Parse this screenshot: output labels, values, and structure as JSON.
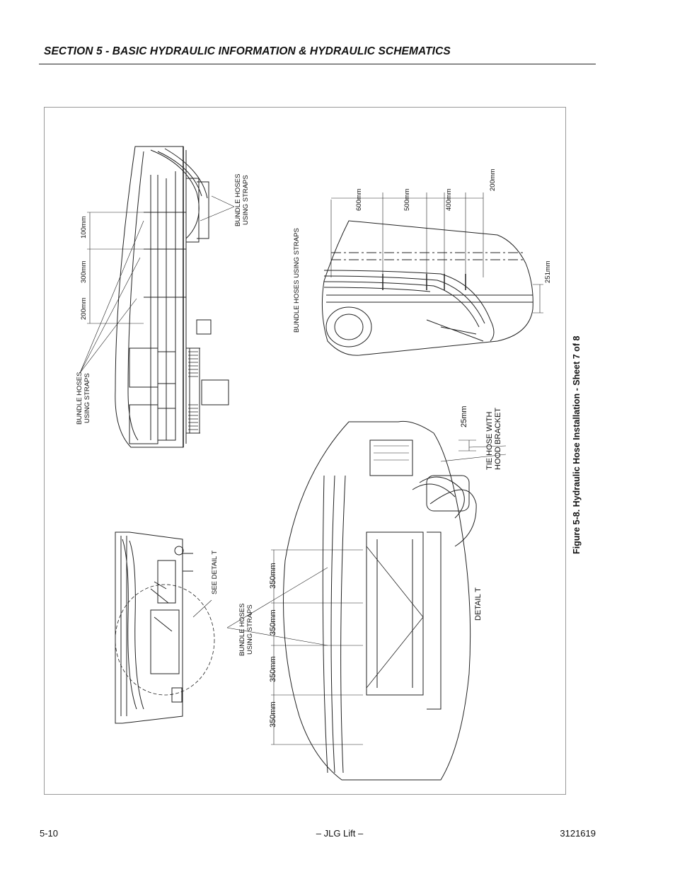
{
  "header": {
    "section_title": "SECTION 5 - BASIC HYDRAULIC INFORMATION & HYDRAULIC SCHEMATICS"
  },
  "figure": {
    "caption": "Figure 5-8.  Hydraulic Hose Installation - Sheet 7 of 8",
    "top_left_view": {
      "callout": [
        "BUNDLE HOSES",
        "USING STRAPS"
      ],
      "callout_right": [
        "BUNDLE HOSES",
        "USING STRAPS"
      ],
      "dims": [
        "200mm",
        "300mm",
        "100mm"
      ]
    },
    "top_right_view": {
      "callout": "BUNDLE HOSES USING STRAPS",
      "dims": [
        "600mm",
        "500mm",
        "400mm",
        "200mm",
        "251mm"
      ]
    },
    "bottom_left_view": {
      "callout": "SEE DETAIL T"
    },
    "bottom_right_view": {
      "callout": [
        "BUNDLE HOSES",
        "USING STRAPS"
      ],
      "dims": [
        "350mm",
        "350mm",
        "350mm",
        "350mm",
        "25mm"
      ],
      "tie_callout": [
        "TIE HOSE WITH",
        "HOOD BRACKET"
      ],
      "detail_label": "DETAIL T"
    }
  },
  "footer": {
    "page_number": "5-10",
    "center_text": "– JLG Lift –",
    "doc_number": "3121619"
  }
}
